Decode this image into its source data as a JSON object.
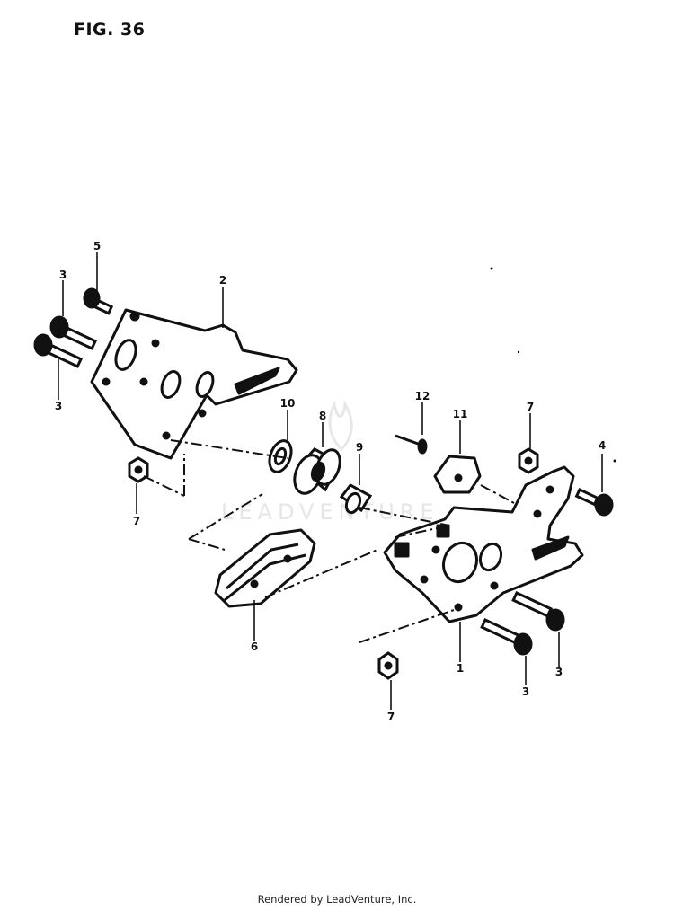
{
  "figure": {
    "title": "FIG. 36"
  },
  "watermark": {
    "text": "LEADVENTURE"
  },
  "footer": {
    "text": "Rendered by LeadVenture, Inc."
  },
  "callouts": [
    "1",
    "2",
    "3",
    "3",
    "3",
    "3",
    "4",
    "5",
    "6",
    "7",
    "7",
    "7",
    "8",
    "9",
    "10",
    "11",
    "12"
  ]
}
